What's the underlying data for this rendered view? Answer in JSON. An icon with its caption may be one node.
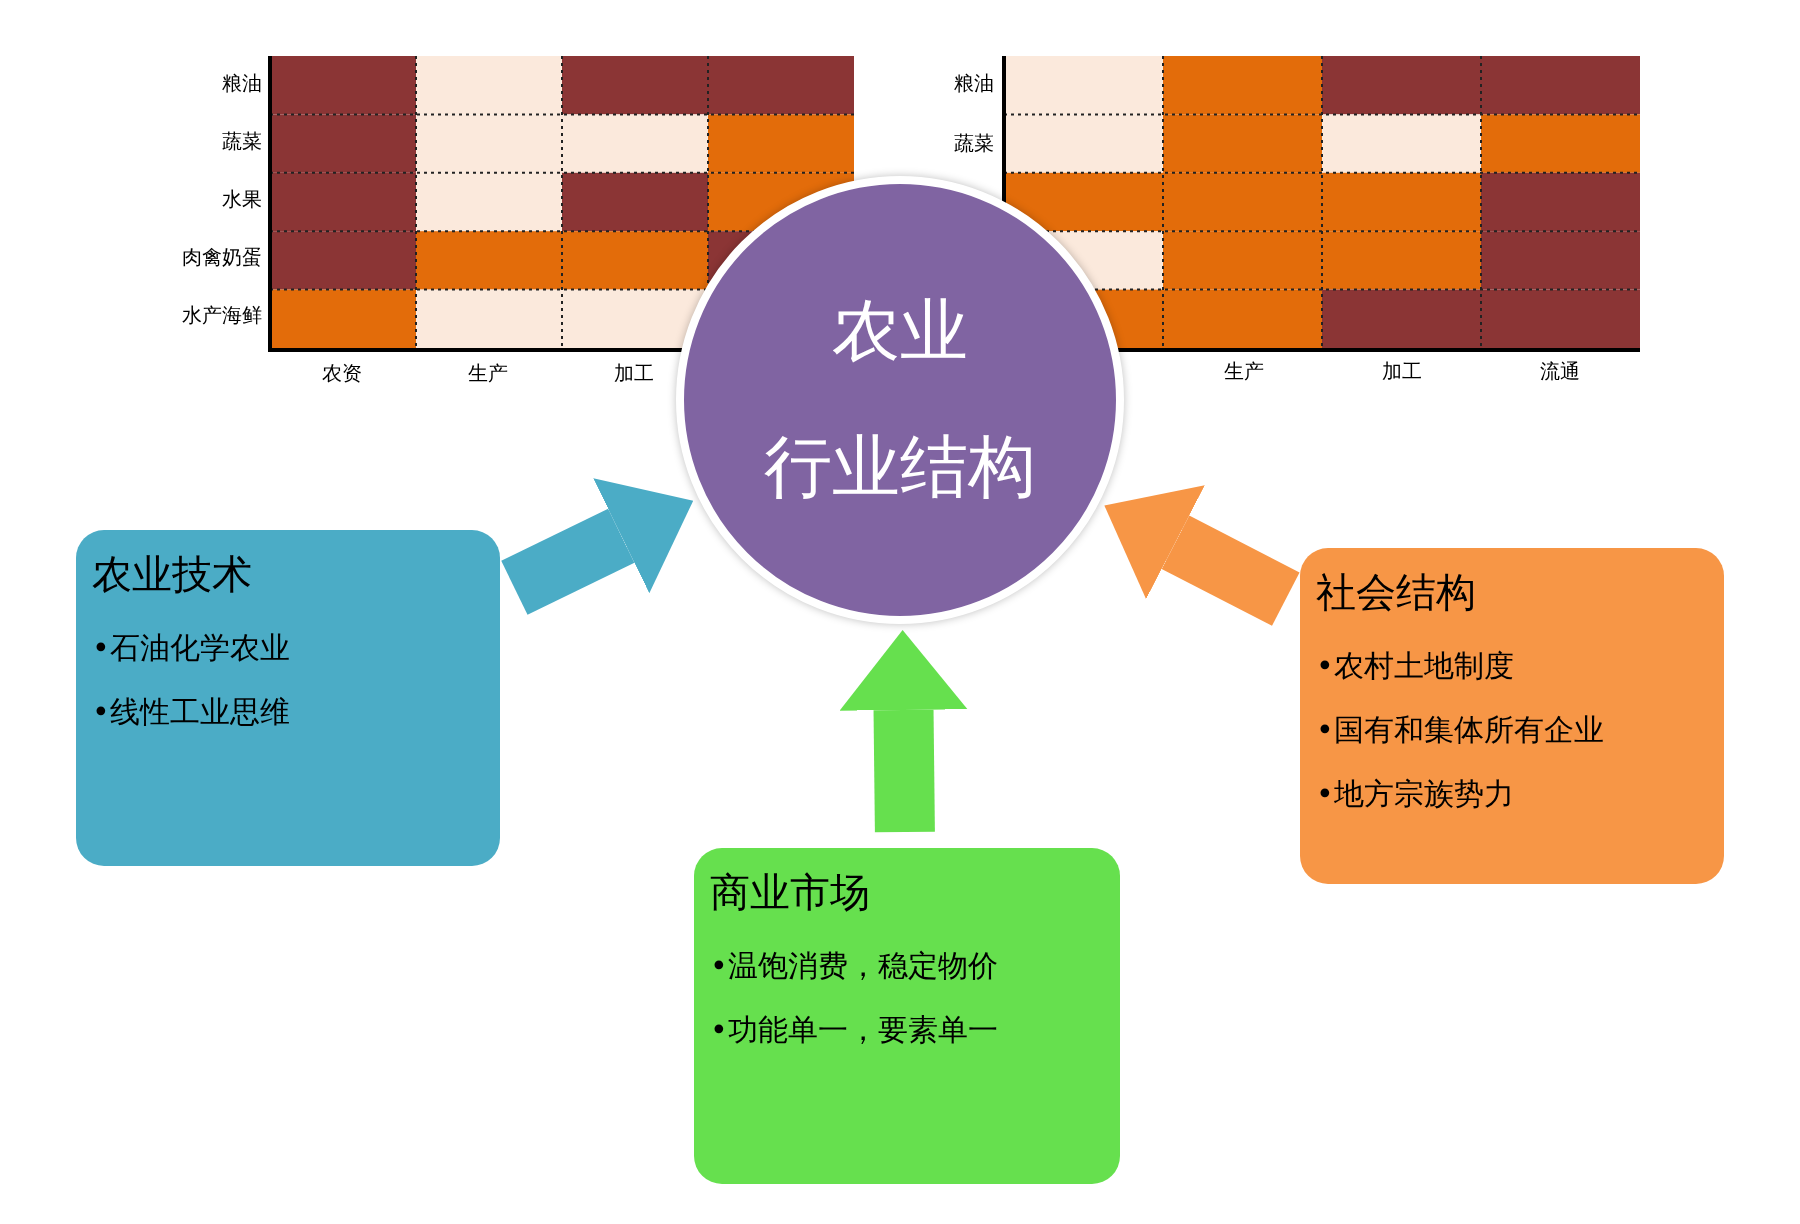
{
  "diagram": {
    "nodes": [
      {
        "text": [
          "农业",
          "行业结构"
        ]
      },
      {
        "text": [
          "农业技术",
          "•石油化学农业",
          "•线性工业思维"
        ]
      },
      {
        "text": [
          "商业市场",
          "•温饱消费，稳定物价",
          "•功能单一，要素单一"
        ]
      },
      {
        "text": [
          "社会结构",
          "•农村土地制度",
          "•国有和集体所有企业",
          "•地方宗族势力"
        ]
      }
    ],
    "edges": [
      {
        "from": 1,
        "to": 0,
        "arrow": "to",
        "color": "#4bacc6"
      },
      {
        "from": 2,
        "to": 0,
        "arrow": "to",
        "color": "#66e04e"
      },
      {
        "from": 3,
        "to": 0,
        "arrow": "to",
        "color": "#f79646"
      }
    ],
    "labels": [
      "粮油",
      "蔬菜",
      "水果",
      "肉禽奶蛋",
      "水产海鲜",
      "粮油",
      "蔬菜",
      "农资",
      "生产",
      "加工",
      "生产",
      "加工",
      "流通"
    ]
  }
}
